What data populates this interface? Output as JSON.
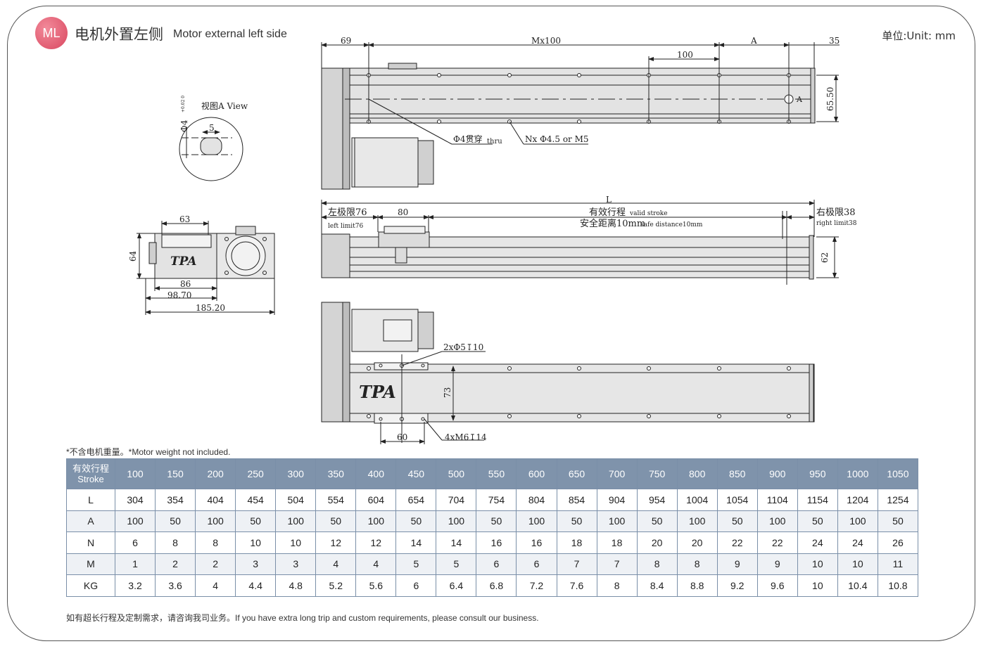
{
  "header": {
    "badge": "ML",
    "title_cn": "电机外置左侧",
    "title_en": "Motor external left side",
    "unit": "单位:Unit: mm"
  },
  "drawing": {
    "top_view": {
      "dim_69": "69",
      "dim_mx100": "Mx100",
      "dim_a": "A",
      "dim_35": "35",
      "dim_100": "100",
      "dim_65_50": "65.50",
      "label_a": "A",
      "callout_thru": "Φ4贯穿",
      "callout_thru_en": "thru",
      "callout_holes": "Nx Φ4.5 or M5"
    },
    "view_a": {
      "title": "视图A View",
      "dim_phi4": "Φ4",
      "tol": "+0.02 0",
      "dim_5": "5"
    },
    "end_view": {
      "dim_63": "63",
      "dim_64": "64",
      "dim_86": "86",
      "dim_98_70": "98.70",
      "dim_185_20": "185.20"
    },
    "side_view": {
      "dim_l": "L",
      "left_limit_cn": "左极限76",
      "left_limit_en": "left limit76",
      "dim_80": "80",
      "stroke_cn": "有效行程",
      "stroke_en": "valid stroke",
      "safe_cn": "安全距离10mm",
      "safe_en": "safe distance10mm",
      "right_limit_cn": "右极限38",
      "right_limit_en": "right limit38",
      "dim_62": "62"
    },
    "bottom_view": {
      "callout_2x": "2xΦ5↧10",
      "dim_73": "73",
      "dim_60": "60",
      "callout_4x": "4xM6↧14"
    }
  },
  "notes": {
    "motor_weight": "*不含电机重量。*Motor weight not included.",
    "custom": "如有超长行程及定制需求，请咨询我司业务。If you have extra long trip and custom requirements, please consult our business."
  },
  "table": {
    "header_label_cn": "有效行程",
    "header_label_en": "Stroke",
    "strokes": [
      "100",
      "150",
      "200",
      "250",
      "300",
      "350",
      "400",
      "450",
      "500",
      "550",
      "600",
      "650",
      "700",
      "750",
      "800",
      "850",
      "900",
      "950",
      "1000",
      "1050"
    ],
    "rows": [
      {
        "label": "L",
        "values": [
          "304",
          "354",
          "404",
          "454",
          "504",
          "554",
          "604",
          "654",
          "704",
          "754",
          "804",
          "854",
          "904",
          "954",
          "1004",
          "1054",
          "1104",
          "1154",
          "1204",
          "1254"
        ]
      },
      {
        "label": "A",
        "values": [
          "100",
          "50",
          "100",
          "50",
          "100",
          "50",
          "100",
          "50",
          "100",
          "50",
          "100",
          "50",
          "100",
          "50",
          "100",
          "50",
          "100",
          "50",
          "100",
          "50"
        ]
      },
      {
        "label": "N",
        "values": [
          "6",
          "8",
          "8",
          "10",
          "10",
          "12",
          "12",
          "14",
          "14",
          "16",
          "16",
          "18",
          "18",
          "20",
          "20",
          "22",
          "22",
          "24",
          "24",
          "26"
        ]
      },
      {
        "label": "M",
        "values": [
          "1",
          "2",
          "2",
          "3",
          "3",
          "4",
          "4",
          "5",
          "5",
          "6",
          "6",
          "7",
          "7",
          "8",
          "8",
          "9",
          "9",
          "10",
          "10",
          "11"
        ]
      },
      {
        "label": "KG",
        "values": [
          "3.2",
          "3.6",
          "4",
          "4.4",
          "4.8",
          "5.2",
          "5.6",
          "6",
          "6.4",
          "6.8",
          "7.2",
          "7.6",
          "8",
          "8.4",
          "8.8",
          "9.2",
          "9.6",
          "10",
          "10.4",
          "10.8"
        ]
      }
    ]
  },
  "colors": {
    "table_header": "#7f93ab",
    "table_alt_row": "#eef1f5",
    "badge": "#d9475f"
  }
}
